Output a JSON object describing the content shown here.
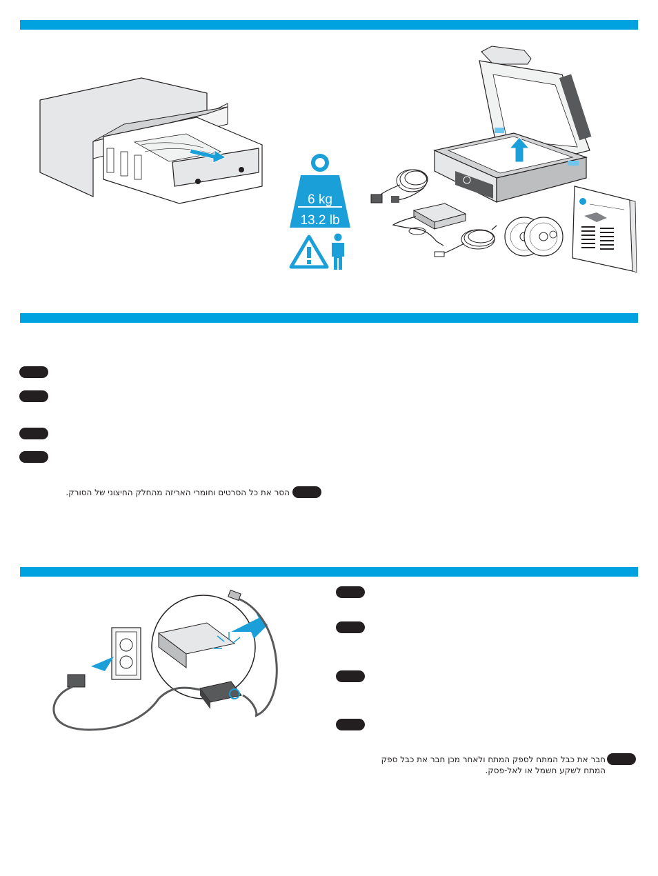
{
  "colors": {
    "accent_bar": "#00a3e0",
    "weight_badge": "#1a9fd9",
    "pill": "#231f20"
  },
  "section_unpack": {
    "weight": {
      "metric": "6 kg",
      "imperial": "13.2 lb"
    },
    "contents_icons": [
      "box-illustration",
      "weight-icon",
      "warning-icon",
      "person-icon",
      "scanner-illustration",
      "power-cord-illustration",
      "power-adapter-illustration",
      "usb-cable-illustration",
      "cd-icon",
      "manual-illustration"
    ]
  },
  "section_remove_tape": {
    "instruction": "הסר את כל הסרטים וחומרי האריזה מהחלק החיצוני של הסורק."
  },
  "section_power": {
    "instruction_line1": "חבר את כבל המתח לספק המתח ולאחר מכן חבר את כבל ספק",
    "instruction_line2": "המתח לשקע חשמל או לאל-פסק."
  }
}
